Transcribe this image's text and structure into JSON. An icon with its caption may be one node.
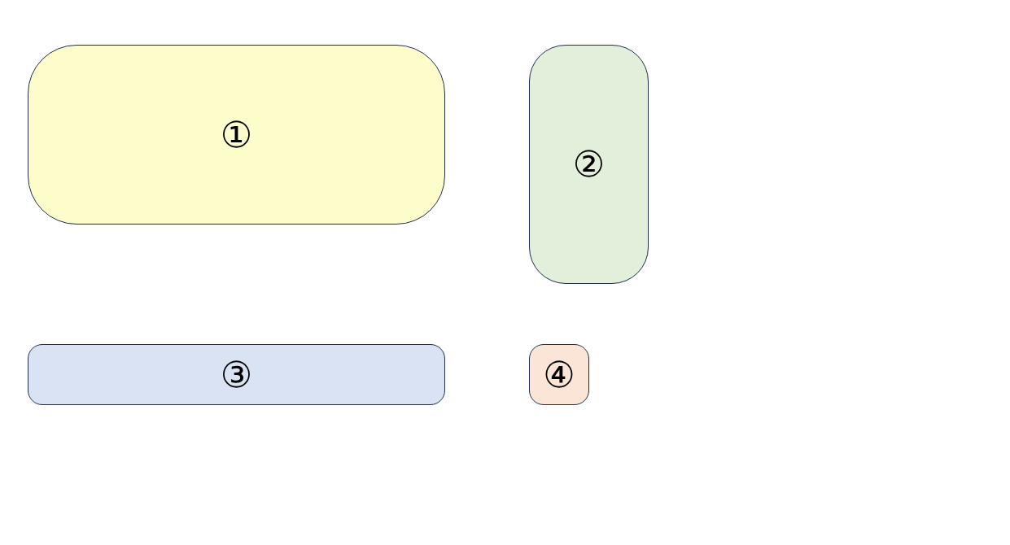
{
  "diagram": {
    "nodes": [
      {
        "text": [
          "①"
        ]
      },
      {
        "text": [
          "②"
        ]
      },
      {
        "text": [
          "③"
        ]
      },
      {
        "text": [
          "④"
        ]
      }
    ]
  }
}
